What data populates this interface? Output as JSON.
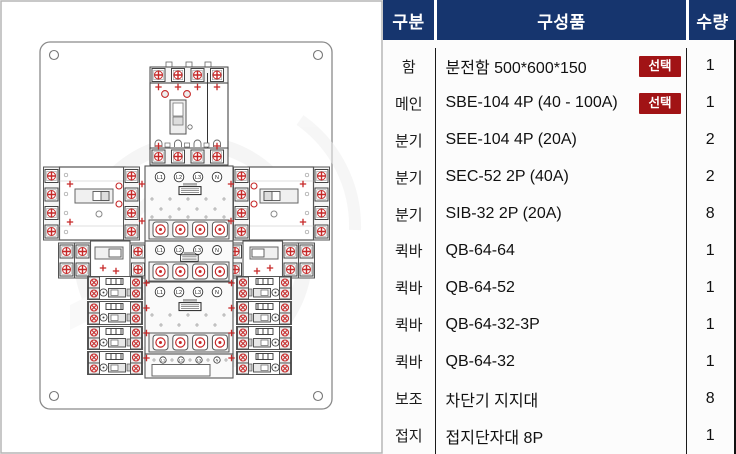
{
  "diagram": {
    "phases": [
      "L1",
      "L2",
      "L3",
      "N"
    ]
  },
  "table": {
    "headers": [
      "구분",
      "구성품",
      "수량"
    ],
    "select_label": "선택",
    "rows": [
      {
        "category": "함",
        "component": "분전함 500*600*150",
        "qty": "1",
        "selectable": true
      },
      {
        "category": "메인",
        "component": "SBE-104 4P (40 - 100A)",
        "qty": "1",
        "selectable": true
      },
      {
        "category": "분기",
        "component": "SEE-104 4P (20A)",
        "qty": "2",
        "selectable": false
      },
      {
        "category": "분기",
        "component": "SEC-52 2P (40A)",
        "qty": "2",
        "selectable": false
      },
      {
        "category": "분기",
        "component": "SIB-32 2P (20A)",
        "qty": "8",
        "selectable": false
      },
      {
        "category": "퀵바",
        "component": "QB-64-64",
        "qty": "1",
        "selectable": false
      },
      {
        "category": "퀵바",
        "component": "QB-64-52",
        "qty": "1",
        "selectable": false
      },
      {
        "category": "퀵바",
        "component": "QB-64-32-3P",
        "qty": "1",
        "selectable": false
      },
      {
        "category": "퀵바",
        "component": "QB-64-32",
        "qty": "1",
        "selectable": false
      },
      {
        "category": "보조",
        "component": "차단기 지지대",
        "qty": "8",
        "selectable": false
      },
      {
        "category": "접지",
        "component": "접지단자대 8P",
        "qty": "1",
        "selectable": false
      }
    ]
  },
  "colors": {
    "header_bg": "#16356e",
    "badge_bg": "#a11315",
    "accent_red": "#c62828",
    "line_gray": "#8a8a8a"
  }
}
